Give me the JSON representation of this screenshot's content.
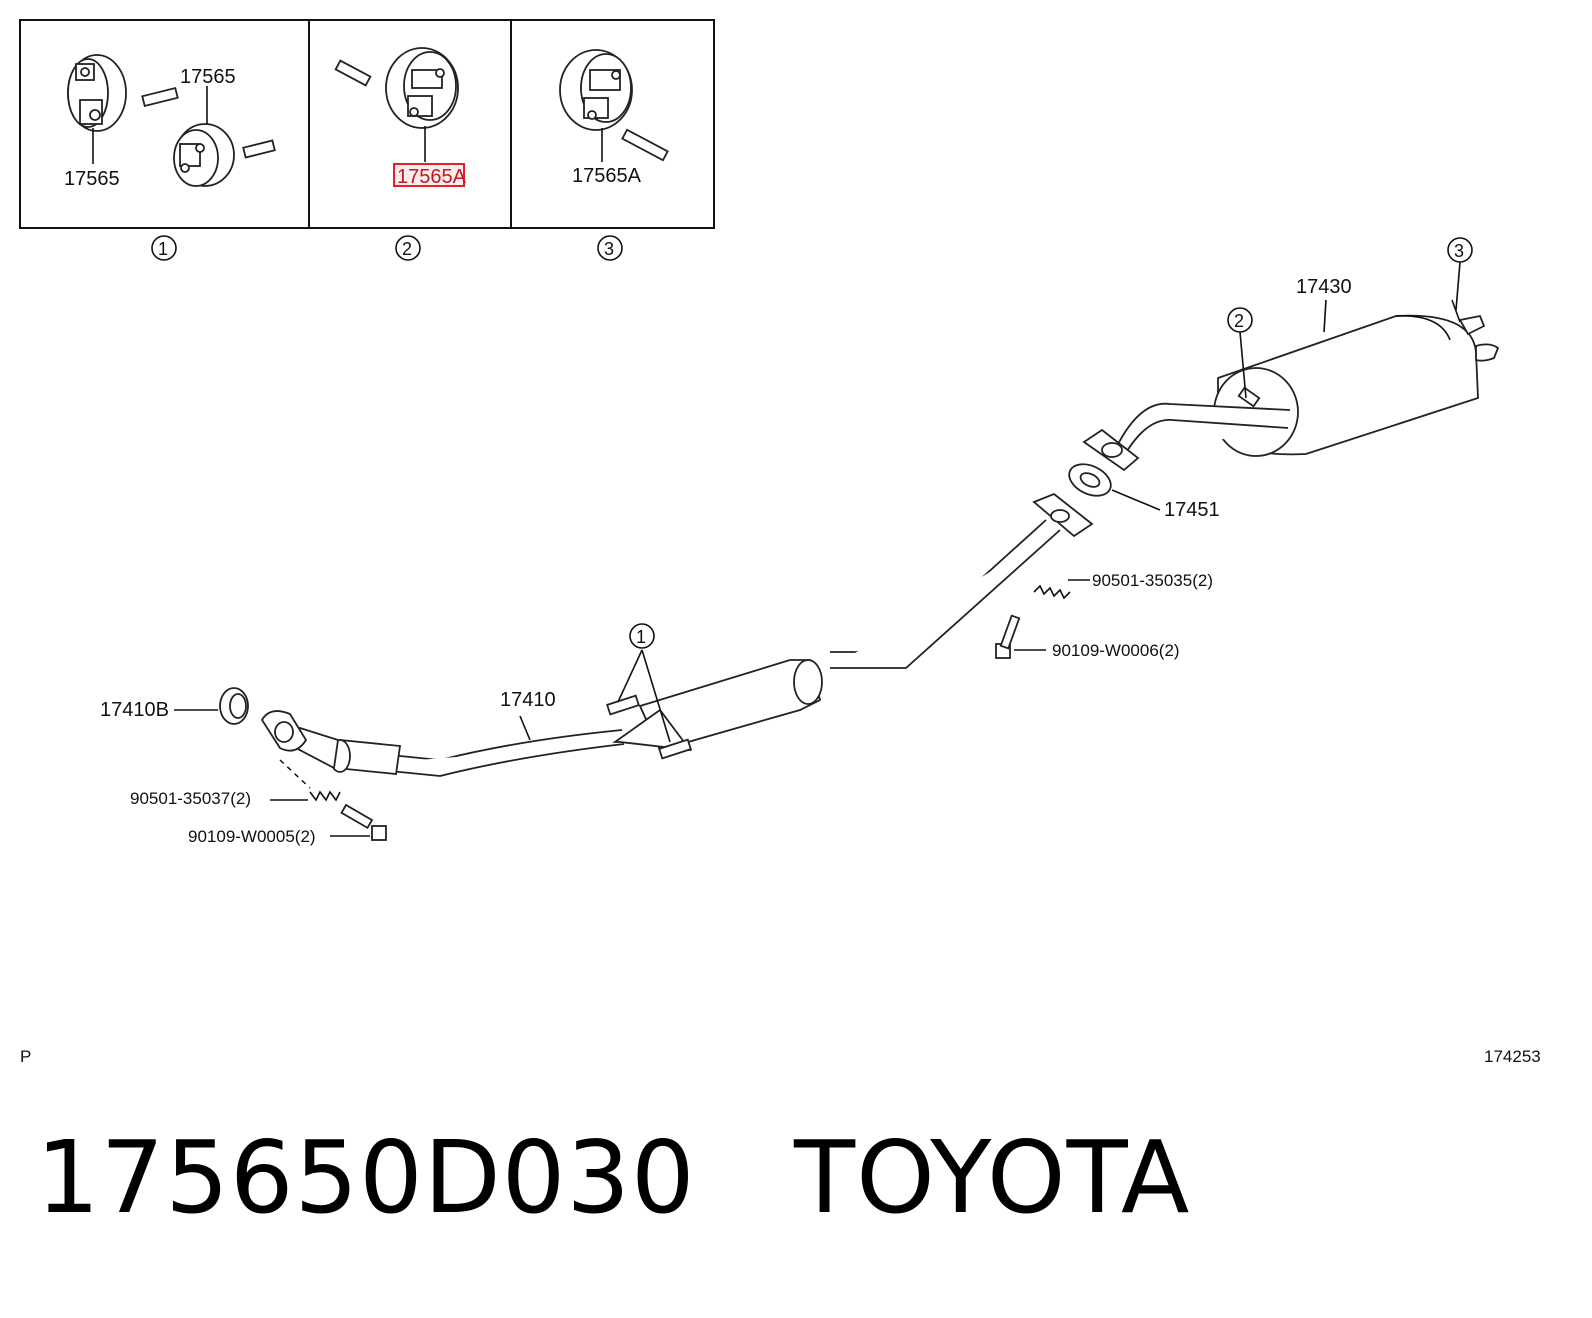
{
  "callouts": {
    "c1": "1",
    "c2": "2",
    "c3": "3"
  },
  "inset": {
    "box1": {
      "top_label": "17565",
      "bottom_label": "17565"
    },
    "box2": {
      "label_highlighted": "17565A"
    },
    "box3": {
      "label": "17565A"
    }
  },
  "parts": {
    "p17430": "17430",
    "p17451": "17451",
    "p90501_35035": "90501-35035(2)",
    "p90109_W0006": "90109-W0006(2)",
    "p17410": "17410",
    "p17410B": "17410B",
    "p90501_35037": "90501-35037(2)",
    "p90109_W0005": "90109-W0005(2)"
  },
  "corner": {
    "left": "P",
    "right": "174253"
  },
  "footer": {
    "part_number": "175650D030",
    "brand": "TOYOTA"
  },
  "colors": {
    "highlight": "#e0202a",
    "ink": "#111111"
  }
}
